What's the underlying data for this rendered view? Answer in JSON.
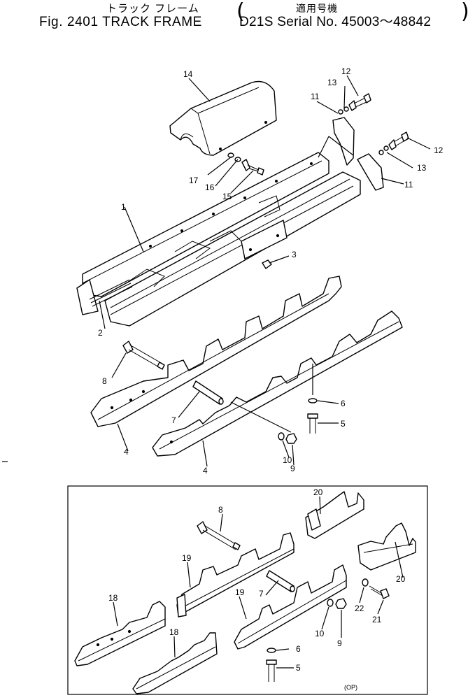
{
  "header": {
    "title_jp": "トラック フレーム",
    "applicable_jp": "適用号機",
    "title_en": "Fig. 2401  TRACK FRAME",
    "serial": "D21S  Serial  No.  45003～48842"
  },
  "callouts": {
    "c1": "1",
    "c2": "2",
    "c3": "3",
    "c4a": "4",
    "c4b": "4",
    "c5a": "5",
    "c6a": "6",
    "c7a": "7",
    "c8a": "8",
    "c9a": "9",
    "c10a": "10",
    "c11a": "11",
    "c11b": "11",
    "c12a": "12",
    "c12b": "12",
    "c13a": "13",
    "c13b": "13",
    "c14": "14",
    "c15": "15",
    "c16": "16",
    "c17": "17",
    "c8b": "8",
    "c20a": "20",
    "c20b": "20",
    "c19a": "19",
    "c19b": "19",
    "c18a": "18",
    "c18b": "18",
    "c7b": "7",
    "c22": "22",
    "c21": "21",
    "c10b": "10",
    "c9b": "9",
    "c6b": "6",
    "c5b": "5"
  },
  "option_note": "(OP)"
}
